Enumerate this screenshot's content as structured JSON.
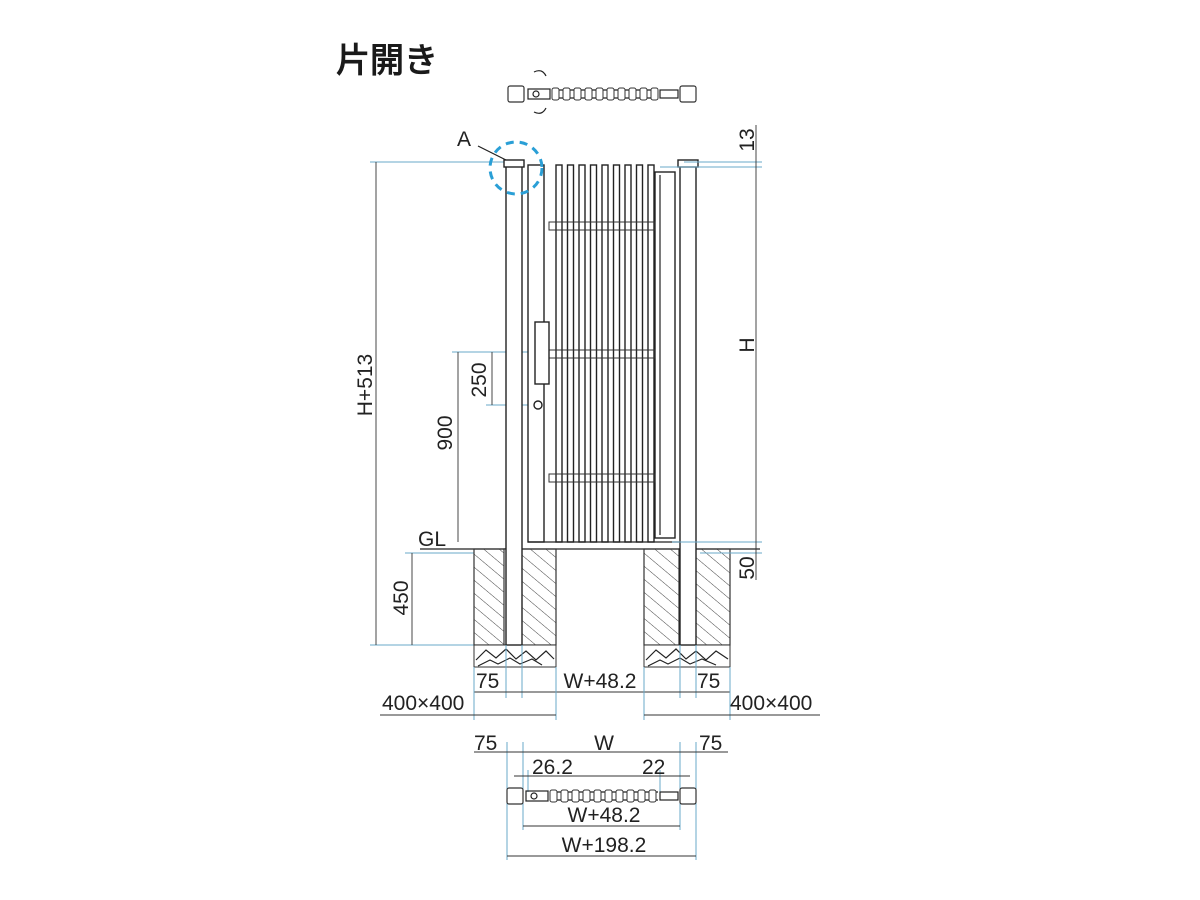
{
  "title": "片開き",
  "detail_label": "A",
  "ground_label": "GL",
  "highlight_color": "#2a9fd6",
  "dimension_color": "#6aa9c9",
  "elevation": {
    "overall_height": "H+513",
    "gate_height": "H",
    "top_offset": "13",
    "handle_span": "250",
    "handle_height": "900",
    "ground_gap": "50",
    "foundation_depth": "450",
    "post_left": "75",
    "post_right": "75",
    "opening": "W+48.2",
    "footing_left": "400×400",
    "footing_right": "400×400"
  },
  "plan": {
    "post_left": "75",
    "width": "W",
    "post_right": "75",
    "latch_offset": "26.2",
    "hinge_offset": "22",
    "opening": "W+48.2",
    "overall": "W+198.2"
  }
}
